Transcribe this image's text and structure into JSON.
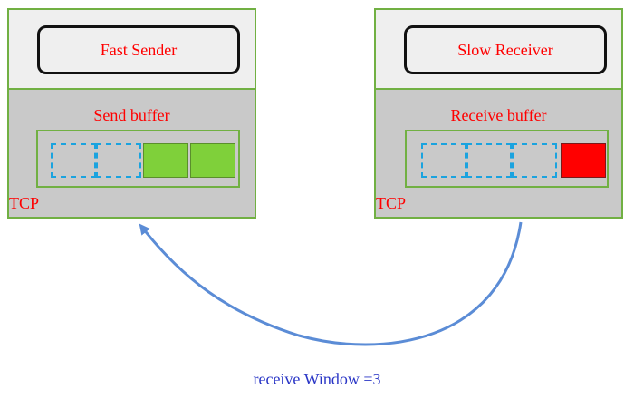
{
  "sender": {
    "app_label": "Fast Sender",
    "buffer_label": "Send buffer",
    "layer_label": "TCP",
    "slots": [
      "empty",
      "empty",
      "filled-green",
      "filled-green"
    ]
  },
  "receiver": {
    "app_label": "Slow Receiver",
    "buffer_label": "Receive buffer",
    "layer_label": "TCP",
    "slots": [
      "empty",
      "empty",
      "empty",
      "filled-red"
    ]
  },
  "feedback": {
    "caption": "receive Window =3"
  },
  "colors": {
    "border": "#71b043",
    "label_text": "#ff0000",
    "empty_slot": "#1aa3df",
    "sent_data": "#7fd03a",
    "received_data": "#ff0000",
    "arrow": "#5b8cd6",
    "caption_text": "#2a36c6"
  }
}
